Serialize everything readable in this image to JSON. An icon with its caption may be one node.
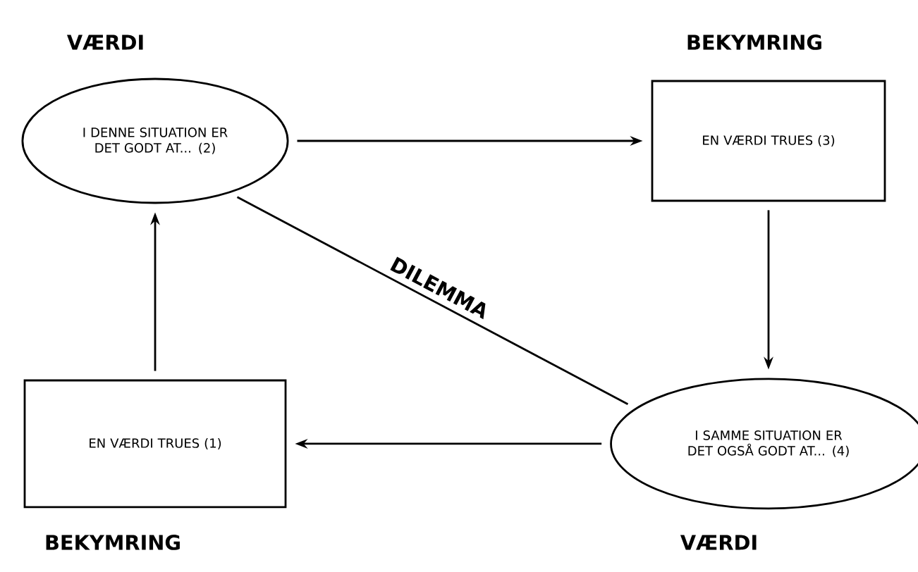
{
  "diagram": {
    "nodes": [
      {
        "text": [
          "VÆRDI",
          "I DENNE SITUATION ER DET GODT AT... (2)"
        ]
      },
      {
        "text": [
          "BEKYMRING",
          "EN VÆRDI TRUES (3)"
        ]
      },
      {
        "text": [
          "I SAMME SITUATION ER DET OGSÅ GODT AT... (4)",
          "VÆRDI"
        ]
      },
      {
        "text": [
          "EN VÆRDI TRUES (1)",
          "BEKYMRING"
        ]
      }
    ],
    "edges": [
      {
        "from": 0,
        "to": 1,
        "arrow": "to"
      },
      {
        "from": 1,
        "to": 2,
        "arrow": "to"
      },
      {
        "from": 2,
        "to": 3,
        "arrow": "to"
      },
      {
        "from": 3,
        "to": 0,
        "arrow": "to"
      },
      {
        "from": 0,
        "to": 2,
        "arrow": "none",
        "label": "DILEMMA"
      }
    ]
  }
}
